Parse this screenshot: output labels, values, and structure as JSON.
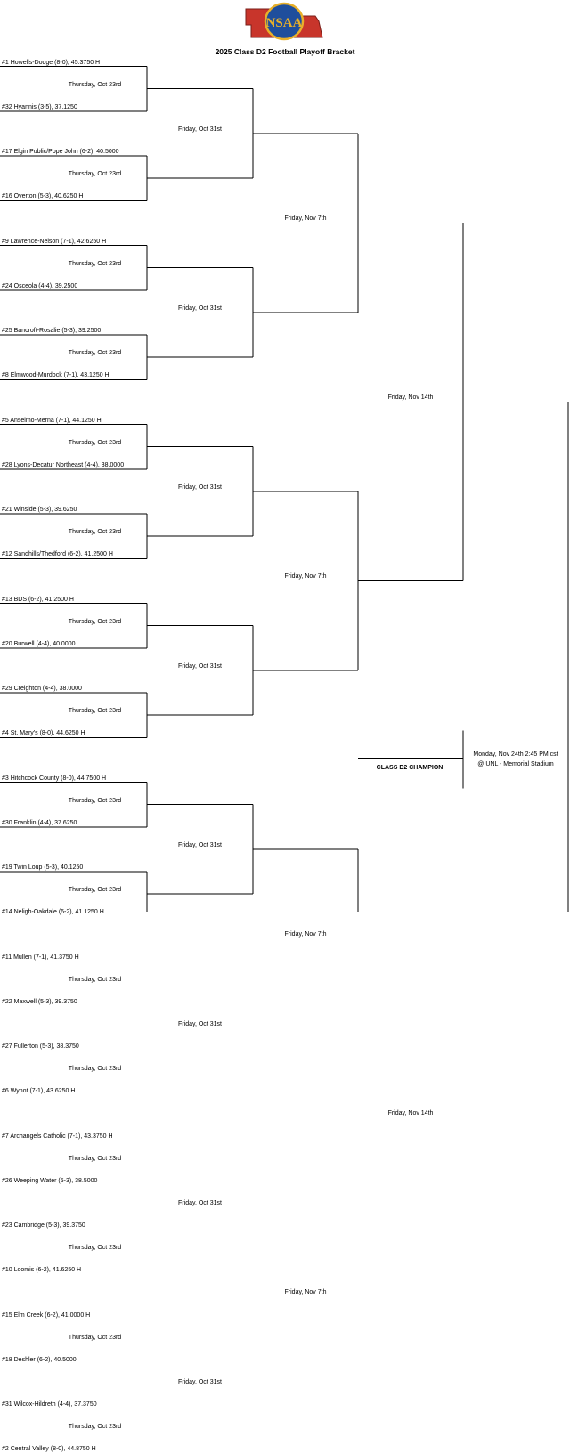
{
  "header": {
    "logo_text": "NSAA",
    "title": "2025 Class D2 Football Playoff Bracket"
  },
  "colors": {
    "logo_red": "#c8352b",
    "logo_blue": "#1f4e9c",
    "logo_gold": "#e8b02a"
  },
  "teams": [
    "#1 Howells-Dodge (8-0), 45.3750 H",
    "#32 Hyannis (3-5), 37.1250",
    "#17 Elgin Public/Pope John (6-2), 40.5000",
    "#16 Overton (5-3), 40.6250 H",
    "#9 Lawrence-Nelson (7-1), 42.6250 H",
    "#24 Osceola (4-4), 39.2500",
    "#25 Bancroft-Rosalie (5-3), 39.2500",
    "#8 Elmwood-Murdock (7-1), 43.1250 H",
    "#5 Anselmo-Merna (7-1), 44.1250 H",
    "#28 Lyons-Decatur Northeast (4-4), 38.0000",
    "#21 Winside (5-3), 39.6250",
    "#12 Sandhills/Thedford (6-2), 41.2500 H",
    "#13 BDS (6-2), 41.2500 H",
    "#20 Burwell (4-4), 40.0000",
    "#29 Creighton (4-4), 38.0000",
    "#4 St. Mary's (8-0), 44.6250 H",
    "#3 Hitchcock County (8-0), 44.7500 H",
    "#30 Franklin (4-4), 37.6250",
    "#19 Twin Loup (5-3), 40.1250",
    "#14 Neligh-Oakdale (6-2), 41.1250 H",
    "#11 Mullen (7-1), 41.3750 H",
    "#22 Maxwell (5-3), 39.3750",
    "#27 Fullerton (5-3), 38.3750",
    "#6 Wynot (7-1), 43.6250 H",
    "#7 Archangels Catholic (7-1), 43.3750 H",
    "#26 Weeping Water (5-3), 38.5000",
    "#23 Cambridge (5-3), 39.3750",
    "#10 Loomis (6-2), 41.6250 H",
    "#15 Elm Creek (6-2), 41.0000 H",
    "#18 Deshler (6-2), 40.5000",
    "#31 Wilcox-Hildreth (4-4), 37.3750",
    "#2 Central Valley (8-0), 44.8750 H"
  ],
  "rounds": {
    "round1_date": "Thursday, Oct 23rd",
    "round2_date": "Friday, Oct 31st",
    "quarterfinal_date": "Friday, Nov 7th",
    "semifinal_date": "Friday, Nov 14th",
    "final_date": "Monday, Nov 24th 2:45 PM cst",
    "final_venue": "@ UNL - Memorial Stadium",
    "champion_label": "CLASS D2 CHAMPION"
  }
}
